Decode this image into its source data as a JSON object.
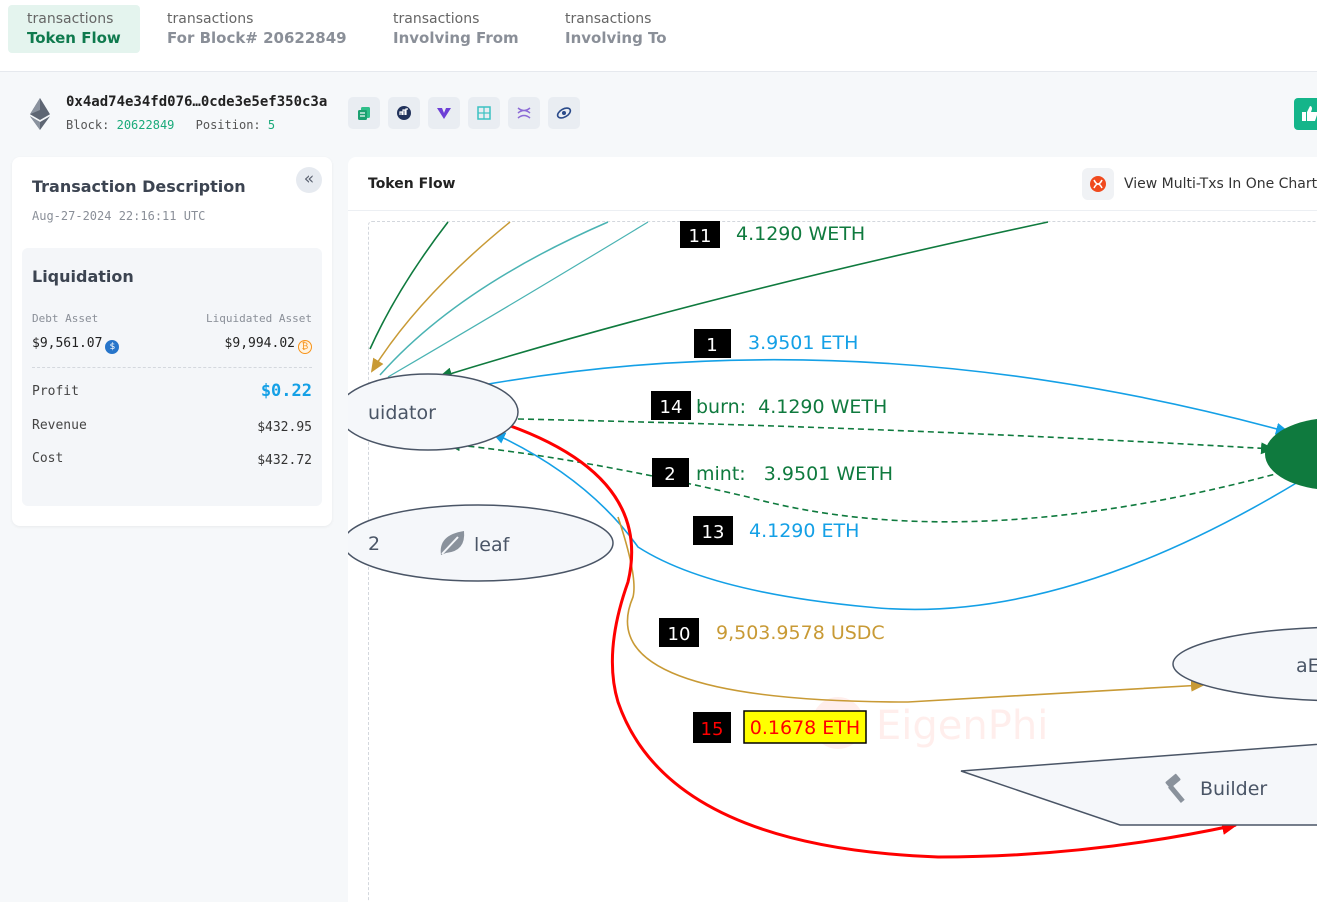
{
  "tabs": [
    {
      "sub": "transactions",
      "main": "Token Flow"
    },
    {
      "sub": "transactions",
      "main": "For Block# 20622849"
    },
    {
      "sub": "transactions",
      "main": "Involving From"
    },
    {
      "sub": "transactions",
      "main": "Involving To"
    }
  ],
  "tx": {
    "hash": "0x4ad74e34fd076…0cde3e5ef350c3a",
    "block_label": "Block:",
    "block": "20622849",
    "position_label": "Position:",
    "position": "5"
  },
  "description": {
    "title": "Transaction Description",
    "date": "Aug-27-2024 22:16:11 UTC",
    "collapse_glyph": "«",
    "liquidation": {
      "title": "Liquidation",
      "debt_label": "Debt Asset",
      "liquidated_label": "Liquidated Asset",
      "debt_amount": "$9,561.07",
      "liquidated_amount": "$9,994.02",
      "debt_coin_glyph": "$",
      "liquidated_coin_glyph": "₿",
      "profit_label": "Profit",
      "profit": "$0.22",
      "revenue_label": "Revenue",
      "revenue": "$432.95",
      "cost_label": "Cost",
      "cost": "$432.72"
    }
  },
  "flow": {
    "title": "Token Flow",
    "multi_label": "View Multi-Txs In One Chart",
    "watermark": "EigenPhi",
    "nodes": {
      "liquidator": "uidator",
      "leaf_prefix": "2",
      "leaf": "leaf",
      "aave": "aE",
      "builder": "Builder"
    },
    "edges": [
      {
        "step": "11",
        "label": "4.1290 WETH"
      },
      {
        "step": "1",
        "label": "3.9501 ETH"
      },
      {
        "step": "14",
        "label": "burn:  4.1290 WETH"
      },
      {
        "step": "2",
        "label": "mint:   3.9501 WETH"
      },
      {
        "step": "13",
        "label": "4.1290 ETH"
      },
      {
        "step": "10",
        "label": "9,503.9578 USDC"
      },
      {
        "step": "15",
        "label": "0.1678 ETH"
      }
    ]
  },
  "colors": {
    "green": "#0f7a3e",
    "blue": "#14a0e6",
    "gold": "#c89a35",
    "teal": "#4ab3b3",
    "red": "#ff0000",
    "highlight": "#ffff00",
    "accent": "#0f7a4e"
  }
}
